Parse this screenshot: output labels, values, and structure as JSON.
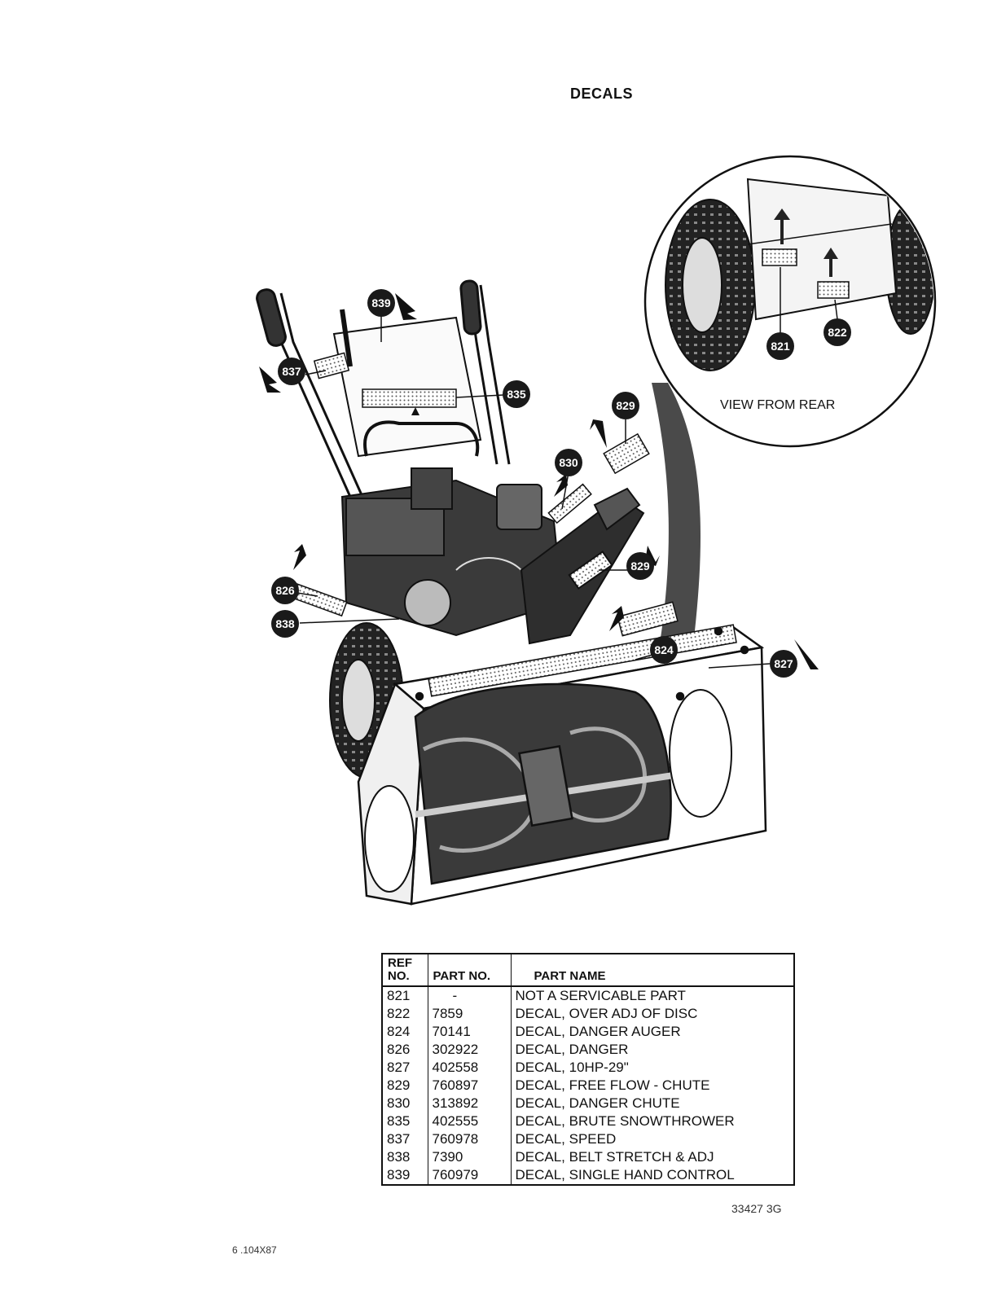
{
  "page": {
    "title": "DECALS",
    "drawing_number": "33427 3G",
    "page_code": "6 .104X87"
  },
  "diagram": {
    "inset_label": "VIEW FROM REAR",
    "callouts": [
      "839",
      "837",
      "835",
      "829",
      "830",
      "829",
      "826",
      "838",
      "824",
      "827",
      "821",
      "822"
    ]
  },
  "table": {
    "headers": [
      "REF NO.",
      "PART NO.",
      "PART NAME"
    ],
    "rows": [
      [
        "821",
        "-",
        "NOT A SERVICABLE PART"
      ],
      [
        "822",
        "7859",
        "DECAL, OVER ADJ OF DISC"
      ],
      [
        "824",
        "70141",
        "DECAL, DANGER AUGER"
      ],
      [
        "826",
        "302922",
        "DECAL, DANGER"
      ],
      [
        "827",
        "402558",
        "DECAL, 10HP-29\""
      ],
      [
        "829",
        "760897",
        "DECAL, FREE FLOW - CHUTE"
      ],
      [
        "830",
        "313892",
        "DECAL, DANGER CHUTE"
      ],
      [
        "835",
        "402555",
        "DECAL, BRUTE SNOWTHROWER"
      ],
      [
        "837",
        "760978",
        "DECAL, SPEED"
      ],
      [
        "838",
        "7390",
        "DECAL, BELT STRETCH & ADJ"
      ],
      [
        "839",
        "760979",
        "DECAL, SINGLE HAND CONTROL"
      ]
    ]
  }
}
